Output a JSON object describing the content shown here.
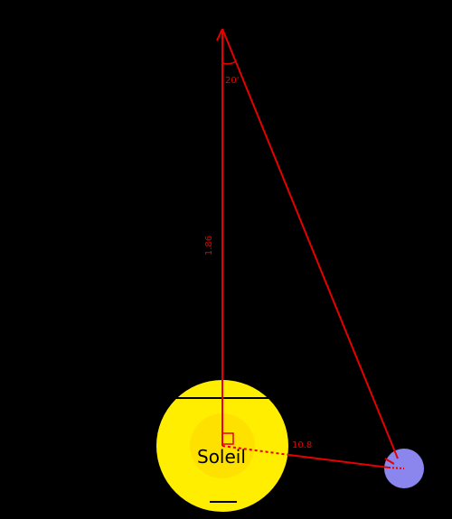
{
  "diagram": {
    "sun": {
      "label": "Soleil",
      "color": "#ffee00",
      "core_color": "#ffcc00"
    },
    "planet": {
      "color": "#8b86ee"
    },
    "lines": {
      "color": "#e60000"
    },
    "labels": {
      "long_side": "1.86",
      "apex_angle": "20'",
      "short_side": "10.8"
    }
  }
}
